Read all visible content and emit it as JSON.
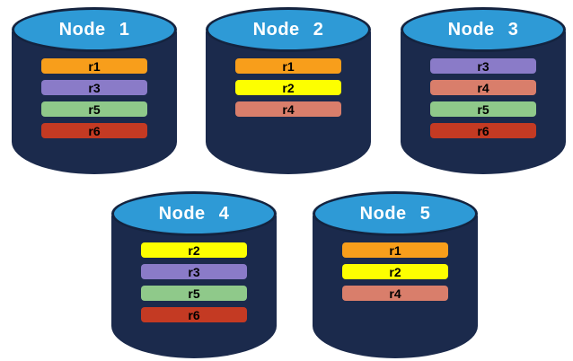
{
  "colors": {
    "background": "#FFFFFF",
    "cylinder_body": "#1B2A4C",
    "cylinder_top": "#2E9AD6",
    "cylinder_outline": "#14233F",
    "node_title_text": "#FFFFFF",
    "replica_label_text": "#000000"
  },
  "replica_colors": {
    "r1": "#F89E1B",
    "r2": "#FDFF00",
    "r3": "#8A7BC8",
    "r4": "#D97E6B",
    "r5": "#8FC98A",
    "r6": "#C43A23"
  },
  "nodes": [
    {
      "label": "Node 1",
      "replicas": [
        "r1",
        "r3",
        "r5",
        "r6"
      ]
    },
    {
      "label": "Node 2",
      "replicas": [
        "r1",
        "r2",
        "r4"
      ]
    },
    {
      "label": "Node 3",
      "replicas": [
        "r3",
        "r4",
        "r5",
        "r6"
      ]
    },
    {
      "label": "Node 4",
      "replicas": [
        "r2",
        "r3",
        "r5",
        "r6"
      ]
    },
    {
      "label": "Node 5",
      "replicas": [
        "r1",
        "r2",
        "r4"
      ]
    }
  ]
}
